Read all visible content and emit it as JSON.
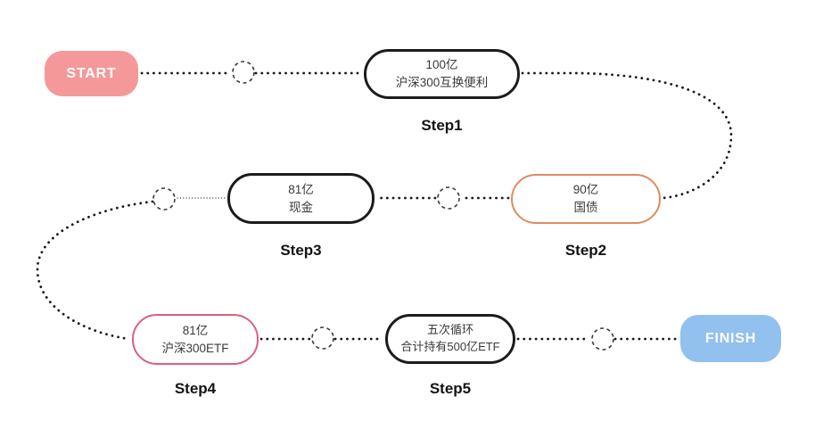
{
  "colors": {
    "start_bg": "#F59899",
    "finish_bg": "#92C0EF",
    "step_border_black": "#1C1C1C",
    "step_border_orange": "#E08B60",
    "step_border_pink": "#DE5F80",
    "connector_dots": "#1B1B1B",
    "label_text": "#141414",
    "node_text": "#3A3A3A"
  },
  "start": {
    "label": "START"
  },
  "finish": {
    "label": "FINISH"
  },
  "steps": [
    {
      "name": "Step1",
      "line1": "100亿",
      "line2": "沪深300互换便利",
      "border": "black"
    },
    {
      "name": "Step2",
      "line1": "90亿",
      "line2": "国债",
      "border": "orange"
    },
    {
      "name": "Step3",
      "line1": "81亿",
      "line2": "现金",
      "border": "black"
    },
    {
      "name": "Step4",
      "line1": "81亿",
      "line2": "沪深300ETF",
      "border": "pink"
    },
    {
      "name": "Step5",
      "line1": "五次循环",
      "line2": "合计持有500亿ETF",
      "border": "black"
    }
  ]
}
